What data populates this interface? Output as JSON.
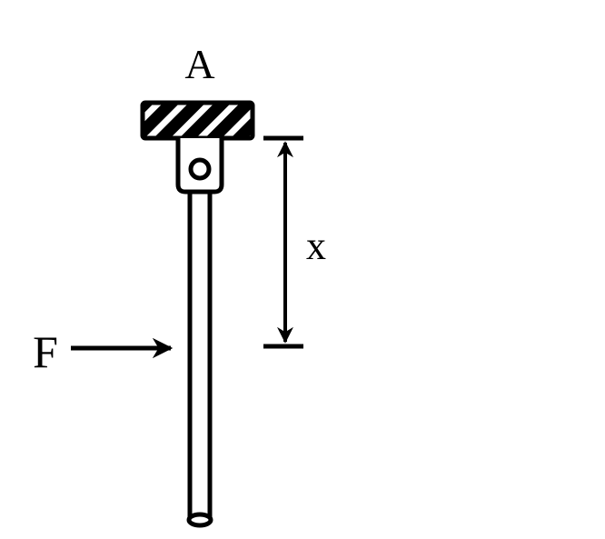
{
  "labels": {
    "support": "A",
    "distance": "x",
    "force": "F"
  },
  "colors": {
    "ink": "#000000",
    "background": "#ffffff"
  }
}
